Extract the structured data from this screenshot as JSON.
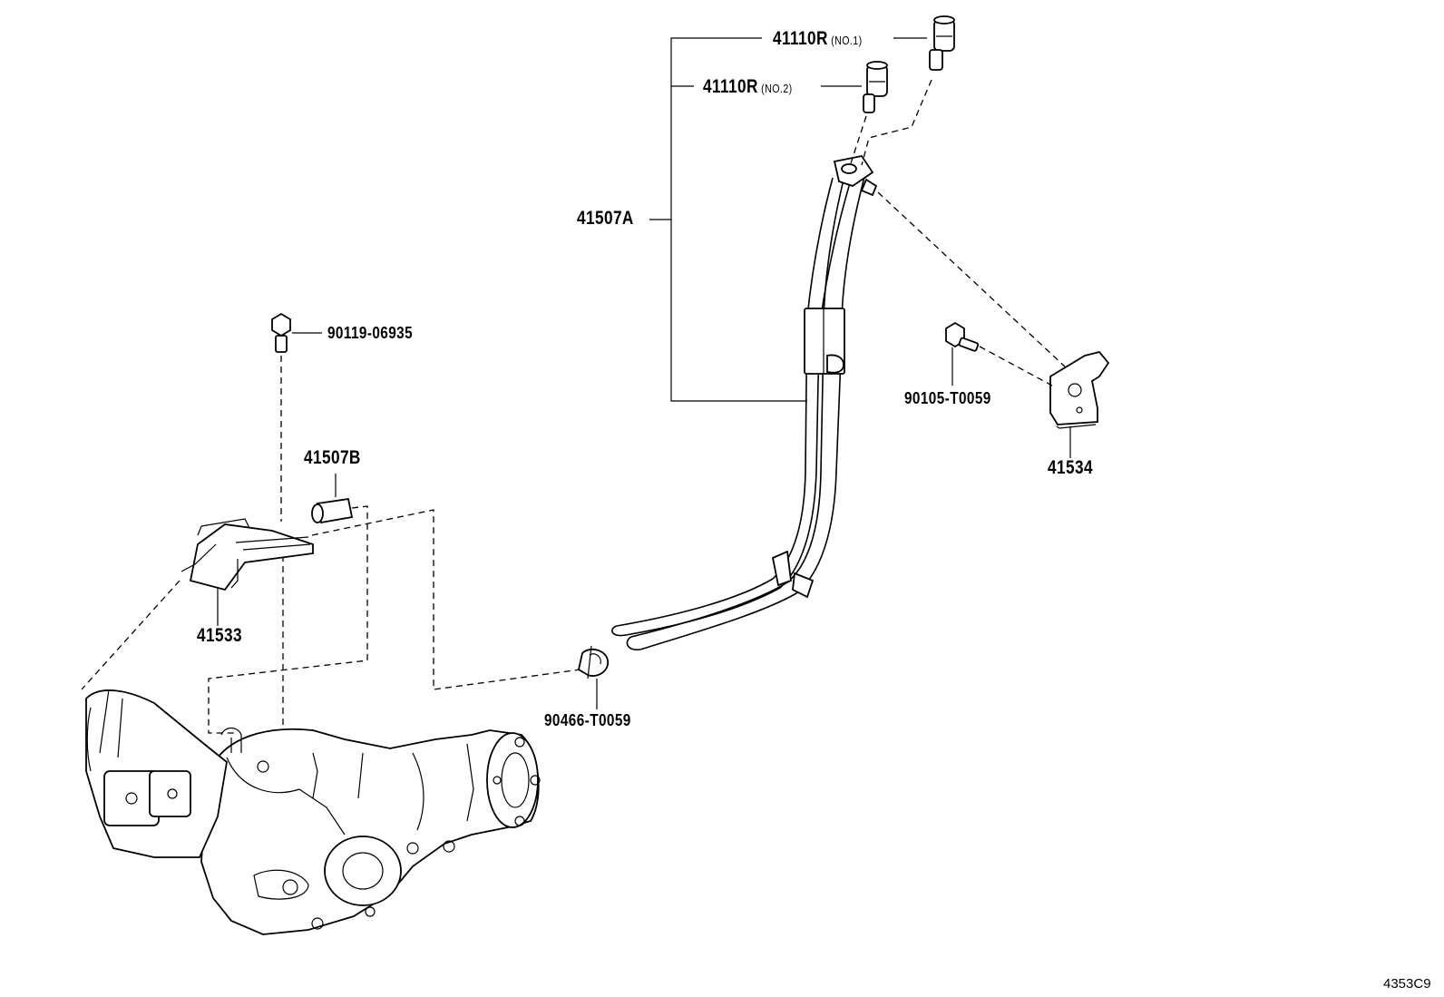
{
  "labels": {
    "p41110R_no1": "41110R",
    "p41110R_no1_note": "(NO.1)",
    "p41110R_no2": "41110R",
    "p41110R_no2_note": "(NO.2)",
    "p41507A": "41507A",
    "p90119": "90119-06935",
    "p41507B": "41507B",
    "p41533": "41533",
    "p90105": "90105-T0059",
    "p41534": "41534",
    "p90466": "90466-T0059"
  },
  "figure_id": "4353C9"
}
